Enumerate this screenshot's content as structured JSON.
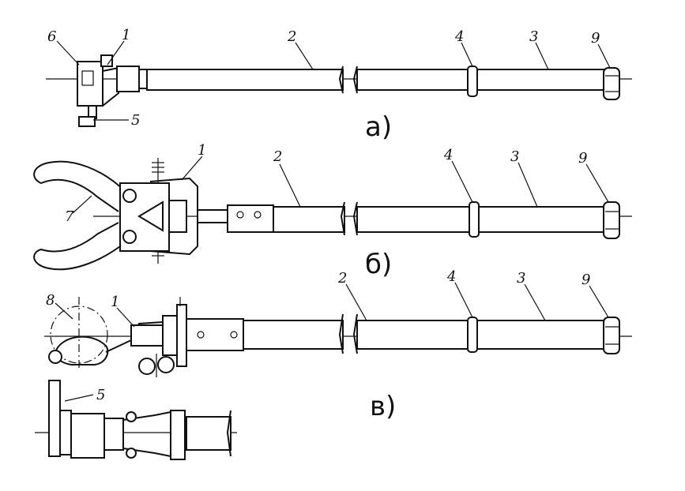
{
  "figure": {
    "panels": [
      {
        "id": "a",
        "caption": "а)"
      },
      {
        "id": "b",
        "caption": "б)"
      },
      {
        "id": "c",
        "caption": "в)"
      }
    ],
    "part_labels": {
      "1": "1",
      "2": "2",
      "3": "3",
      "4": "4",
      "5": "5",
      "6": "6",
      "7": "7",
      "8": "8",
      "9": "9"
    }
  }
}
